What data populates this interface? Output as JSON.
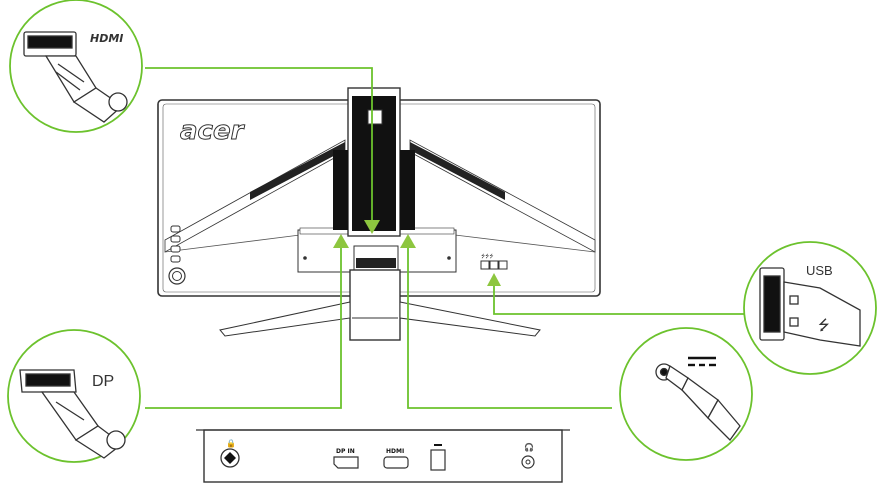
{
  "brand": {
    "logo_text": "acer"
  },
  "callouts": {
    "hdmi_cable": {
      "label": "HDMI"
    },
    "dp_cable": {
      "label": "DP"
    },
    "usb_cable": {
      "label": "USB"
    },
    "power_cable": {
      "label": "",
      "icon": "dc-power-symbol-icon"
    }
  },
  "rear_panel": {
    "ports": [
      {
        "name": "kensington-lock",
        "label": "",
        "icon": "lock-icon"
      },
      {
        "name": "dp-in",
        "label": "DP IN"
      },
      {
        "name": "hdmi",
        "label": "HDMI"
      },
      {
        "name": "dc-in",
        "label": "",
        "icon": "dc-power-symbol-icon"
      },
      {
        "name": "audio-out",
        "label": "",
        "icon": "headphone-icon"
      }
    ]
  },
  "colors": {
    "connector_line": "#6cc22d",
    "arrow": "#8dc63f",
    "outline": "#333333",
    "monitor_fill": "#ffffff",
    "stand_fill": "#111111"
  }
}
